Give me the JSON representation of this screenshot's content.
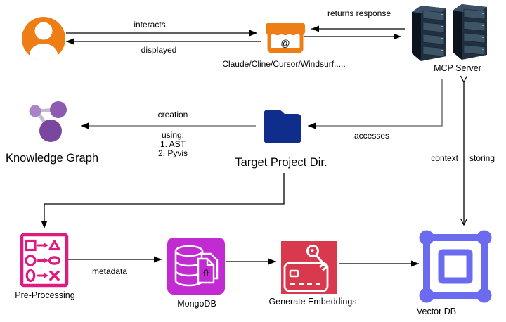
{
  "colors": {
    "orange": "#EE7D16",
    "purple_light": "#A984C8",
    "purple_mid": "#8D5BB0",
    "purple_dark": "#79479E",
    "edge_gray": "#C4BCCC",
    "folder_blue": "#0F2E8C",
    "pink": "#DE1C7F",
    "magenta": "#C32BD2",
    "crimson": "#D9394C",
    "indigo": "#6B6BEF",
    "server_front": "#203040",
    "server_side": "#0C151E",
    "server_top": "#3A5066",
    "server_slat": "#3E5467",
    "server_led": "#9FB6C6",
    "white": "#FFFFFF"
  },
  "labels": {
    "interacts": "interacts",
    "displayed": "displayed",
    "returns_response": "returns response",
    "ai_clients": "Claude/Cline/Cursor/Windsurf.....",
    "mcp_server": "MCP Server",
    "creation": "creation",
    "using": "using:",
    "using_1": "1. AST",
    "using_2": "2. Pyvis",
    "knowledge_graph": "Knowledge Graph",
    "target_project_dir": "Target Project Dir.",
    "accesses": "accesses",
    "context": "context",
    "storing": "storing",
    "metadata": "metadata",
    "pre_processing": "Pre-Processing",
    "mongodb": "MongoDB",
    "generate_embeddings": "Generate Embeddings",
    "vector_db": "Vector DB",
    "at_sign": "@",
    "braces": "{}"
  },
  "nodes": [
    {
      "id": "user",
      "icon": "user-icon",
      "label": ""
    },
    {
      "id": "ai-clients",
      "icon": "storefront-icon",
      "label": "Claude/Cline/Cursor/Windsurf....."
    },
    {
      "id": "mcp-server",
      "icon": "server-rack-icon",
      "label": "MCP Server"
    },
    {
      "id": "knowledge-graph",
      "icon": "graph-nodes-icon",
      "label": "Knowledge Graph"
    },
    {
      "id": "target-project-dir",
      "icon": "folder-icon",
      "label": "Target Project Dir."
    },
    {
      "id": "pre-processing",
      "icon": "shape-transform-icon",
      "label": "Pre-Processing"
    },
    {
      "id": "mongodb",
      "icon": "database-document-icon",
      "label": "MongoDB"
    },
    {
      "id": "generate-embeddings",
      "icon": "card-key-icon",
      "label": "Generate Embeddings"
    },
    {
      "id": "vector-db",
      "icon": "framed-square-icon",
      "label": "Vector DB"
    }
  ],
  "edges": [
    {
      "from": "user",
      "to": "ai-clients",
      "label": "interacts"
    },
    {
      "from": "ai-clients",
      "to": "user",
      "label": "displayed"
    },
    {
      "from": "mcp-server",
      "to": "ai-clients",
      "label": "returns response"
    },
    {
      "from": "ai-clients",
      "to": "mcp-server",
      "label": ""
    },
    {
      "from": "target-project-dir",
      "to": "knowledge-graph",
      "label": "creation",
      "note": "using: 1. AST 2. Pyvis"
    },
    {
      "from": "mcp-server",
      "to": "target-project-dir",
      "label": "accesses"
    },
    {
      "from": "mcp-server",
      "to": "vector-db",
      "label": "context storing",
      "style": "double-open-arrow"
    },
    {
      "from": "target-project-dir",
      "to": "pre-processing",
      "label": ""
    },
    {
      "from": "pre-processing",
      "to": "mongodb",
      "label": "metadata"
    },
    {
      "from": "mongodb",
      "to": "generate-embeddings",
      "label": ""
    },
    {
      "from": "generate-embeddings",
      "to": "vector-db",
      "label": ""
    }
  ]
}
